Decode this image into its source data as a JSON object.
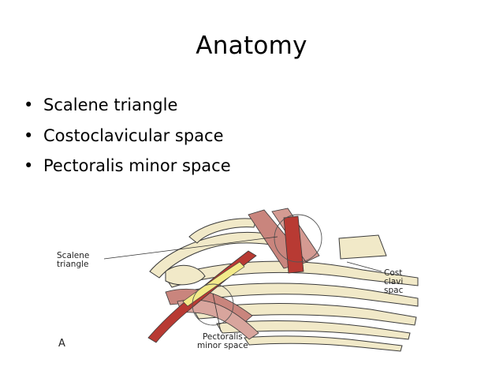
{
  "slide": {
    "title": "Anatomy",
    "bullets": [
      {
        "marker": "•",
        "text": "Scalene triangle"
      },
      {
        "marker": "•",
        "text": "Costoclavicular space"
      },
      {
        "marker": "•",
        "text": "Pectoralis minor space"
      }
    ]
  },
  "figure": {
    "labels": {
      "scalene_line1": "Scalene",
      "scalene_line2": "triangle",
      "pectoralis_line1": "Pectoralis",
      "pectoralis_line2": "minor space",
      "costo_line1": "Cost",
      "costo_line2": "clavi",
      "costo_line3": "spac",
      "panel_letter": "A"
    },
    "colors": {
      "muscle": "#b83a33",
      "bone": "#f1e9c8",
      "nerve": "#f3ea8a",
      "outline": "#3a3a3a"
    }
  }
}
